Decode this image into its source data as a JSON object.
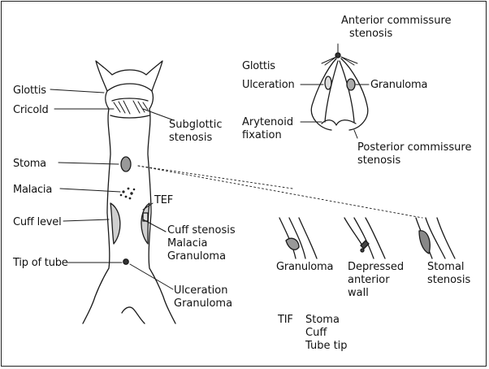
{
  "colors": {
    "ink": "#1a1a1a",
    "paper": "#ffffff"
  },
  "trachea_labels": {
    "glottis": "Glottis",
    "cricoid": "Cricold",
    "stoma": "Stoma",
    "malacia": "Malacia",
    "cuff_level": "Cuff level",
    "tip_of_tube": "Tip of tube",
    "subglottic_stenosis": [
      "Subglottic",
      "stenosis"
    ],
    "tef": "TEF",
    "cuff_findings": [
      "Cuff stenosis",
      "Malacia",
      "Granuloma"
    ],
    "tip_findings": [
      "Ulceration",
      "Granuloma"
    ]
  },
  "larynx_labels": {
    "anterior_commissure": [
      "Anterior commissure",
      "stenosis"
    ],
    "glottis": "Glottis",
    "ulceration": "Ulceration",
    "granuloma": "Granuloma",
    "arytenoid_fixation": [
      "Arytenoid",
      "fixation"
    ],
    "posterior_commissure": [
      "Posterior commissure",
      "stenosis"
    ]
  },
  "stoma_detail_labels": {
    "granuloma": "Granuloma",
    "depressed_wall": [
      "Depressed",
      "anterior",
      "wall"
    ],
    "stomal_stenosis": [
      "Stomal",
      "stenosis"
    ]
  },
  "tif_key": {
    "abbr": "TIF",
    "items": [
      "Stoma",
      "Cuff",
      "Tube tip"
    ]
  }
}
